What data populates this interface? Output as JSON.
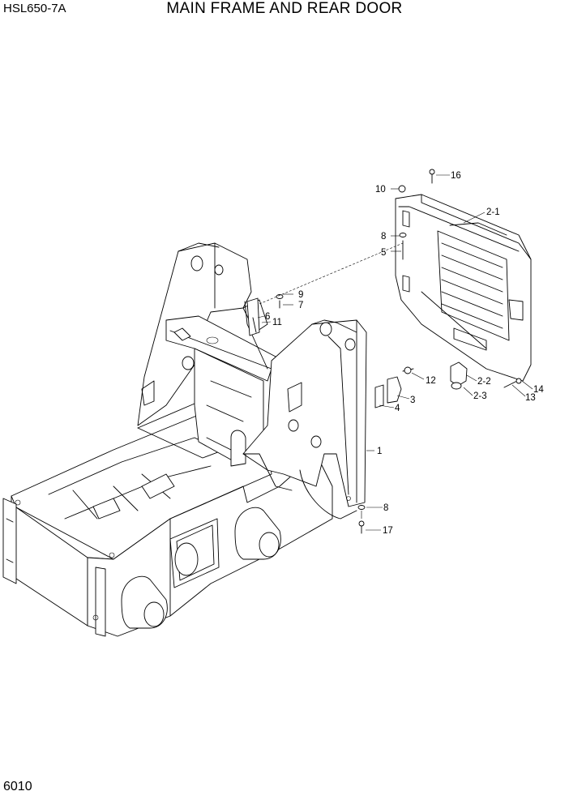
{
  "header": {
    "model": "HSL650-7A",
    "title": "MAIN FRAME AND REAR DOOR"
  },
  "footer": {
    "page_number": "6010"
  },
  "callouts": [
    {
      "id": "c16",
      "label": "16"
    },
    {
      "id": "c10",
      "label": "10"
    },
    {
      "id": "c2-1",
      "label": "2-1"
    },
    {
      "id": "c8a",
      "label": "8"
    },
    {
      "id": "c5",
      "label": "5"
    },
    {
      "id": "c9",
      "label": "9"
    },
    {
      "id": "c7",
      "label": "7"
    },
    {
      "id": "c6",
      "label": "6"
    },
    {
      "id": "c11",
      "label": "11"
    },
    {
      "id": "c12",
      "label": "12"
    },
    {
      "id": "c2-2",
      "label": "2-2"
    },
    {
      "id": "c14",
      "label": "14"
    },
    {
      "id": "c2-3",
      "label": "2-3"
    },
    {
      "id": "c13",
      "label": "13"
    },
    {
      "id": "c3",
      "label": "3"
    },
    {
      "id": "c4",
      "label": "4"
    },
    {
      "id": "c1",
      "label": "1"
    },
    {
      "id": "c8b",
      "label": "8"
    },
    {
      "id": "c17",
      "label": "17"
    }
  ]
}
